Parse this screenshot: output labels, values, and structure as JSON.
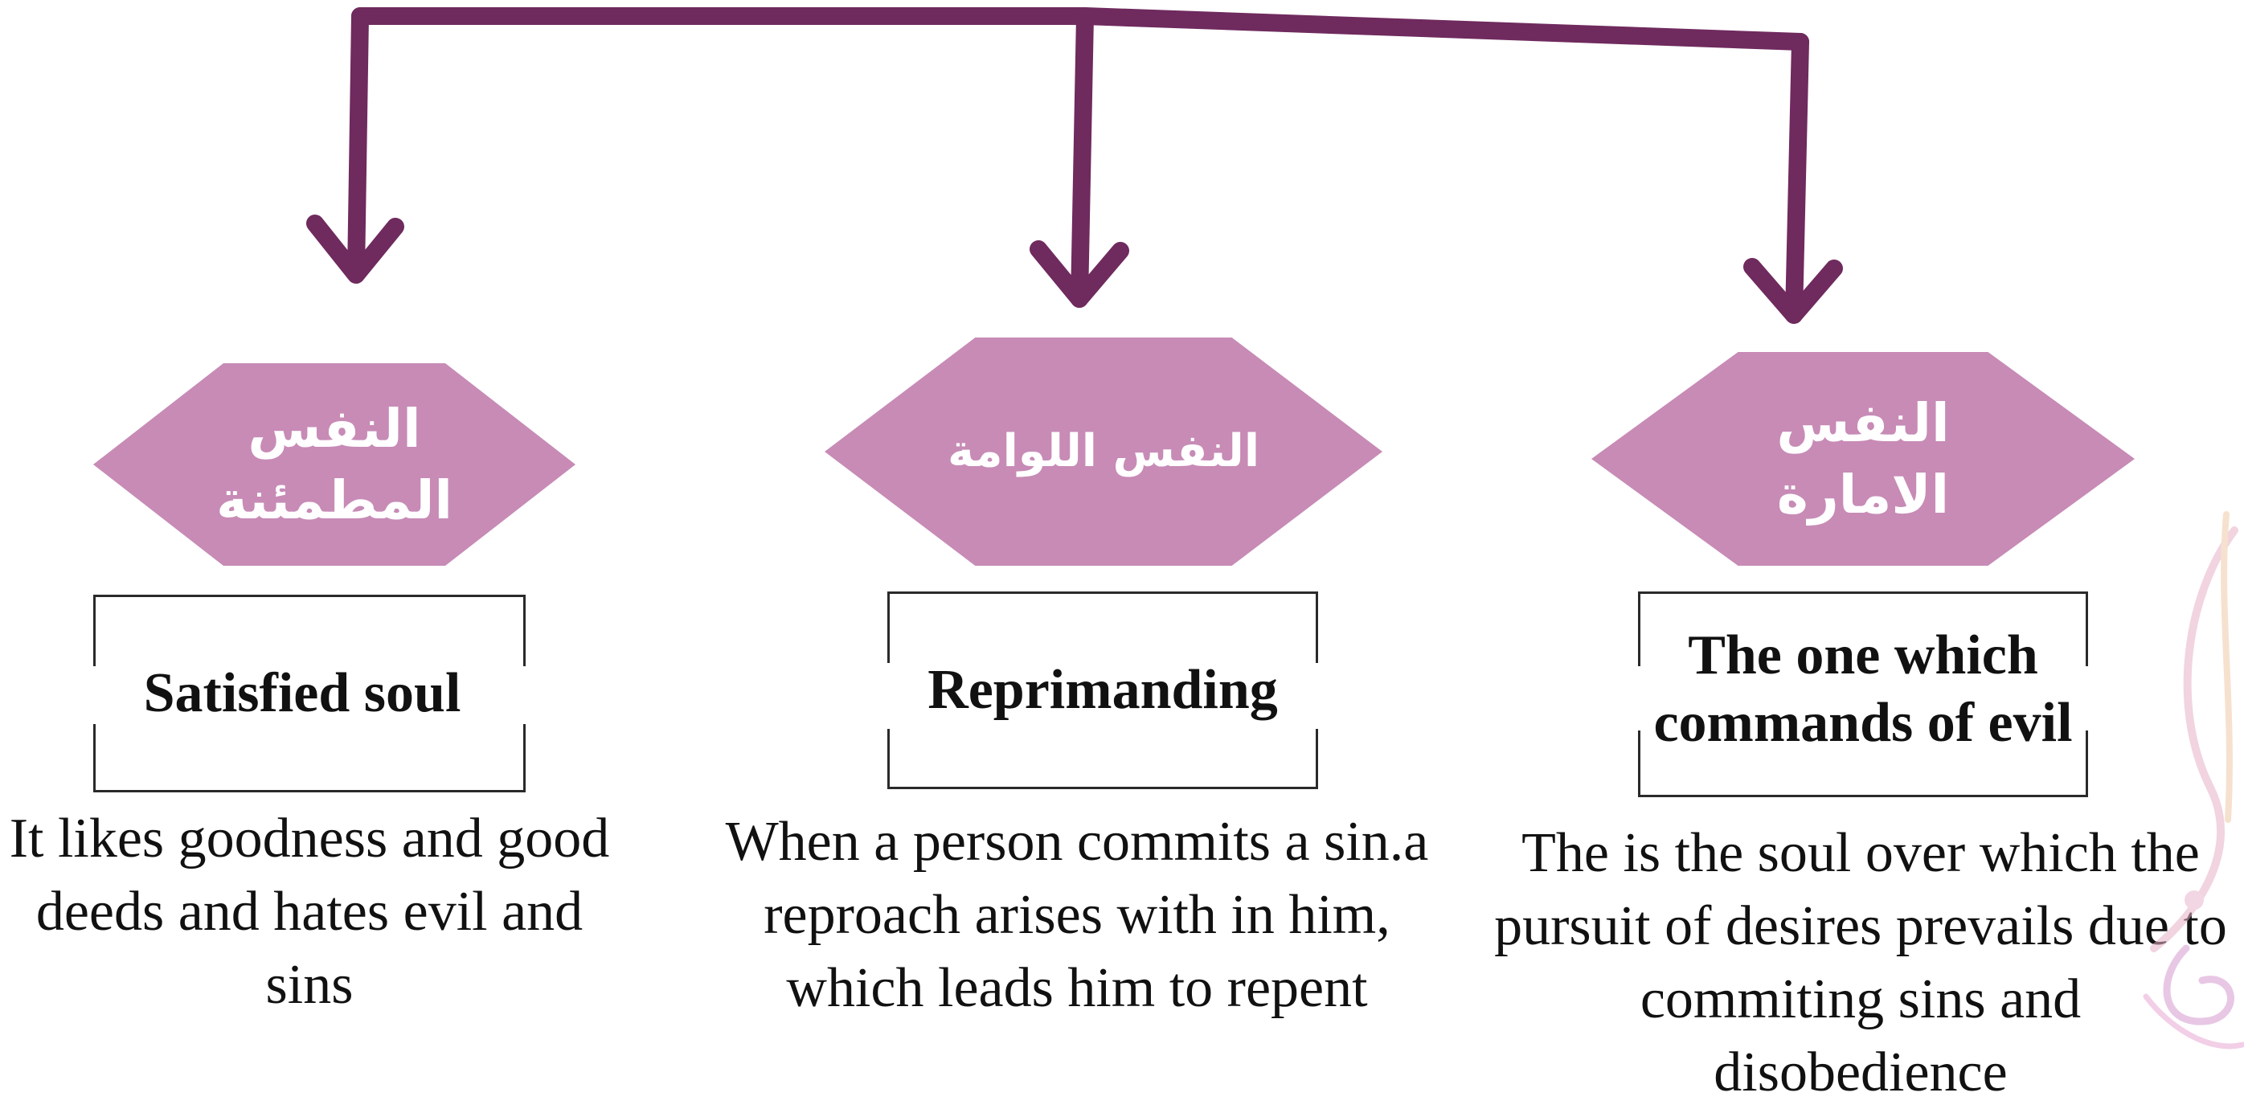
{
  "colors": {
    "hexagon_fill": "#c78bb6",
    "connector": "#6f2a5e",
    "box_border": "#2a2a2a"
  },
  "souls": [
    {
      "arabic_name": "النفس المطمئنة",
      "english_label": "Satisfied soul",
      "description": "It likes goodness and good deeds and hates evil and sins"
    },
    {
      "arabic_name": "النفس اللوامة",
      "english_label": "Reprimanding",
      "description": "When a person commits a sin.a reproach arises with in him, which leads him to repent"
    },
    {
      "arabic_name": "النفس الامارة",
      "english_label": "The one which commands of evil",
      "description": "The is the soul over which the pursuit of desires prevails due to commiting sins and disobedience"
    }
  ],
  "decoration": {
    "watermark_icon": "arabic-calligraphy-watermark"
  }
}
